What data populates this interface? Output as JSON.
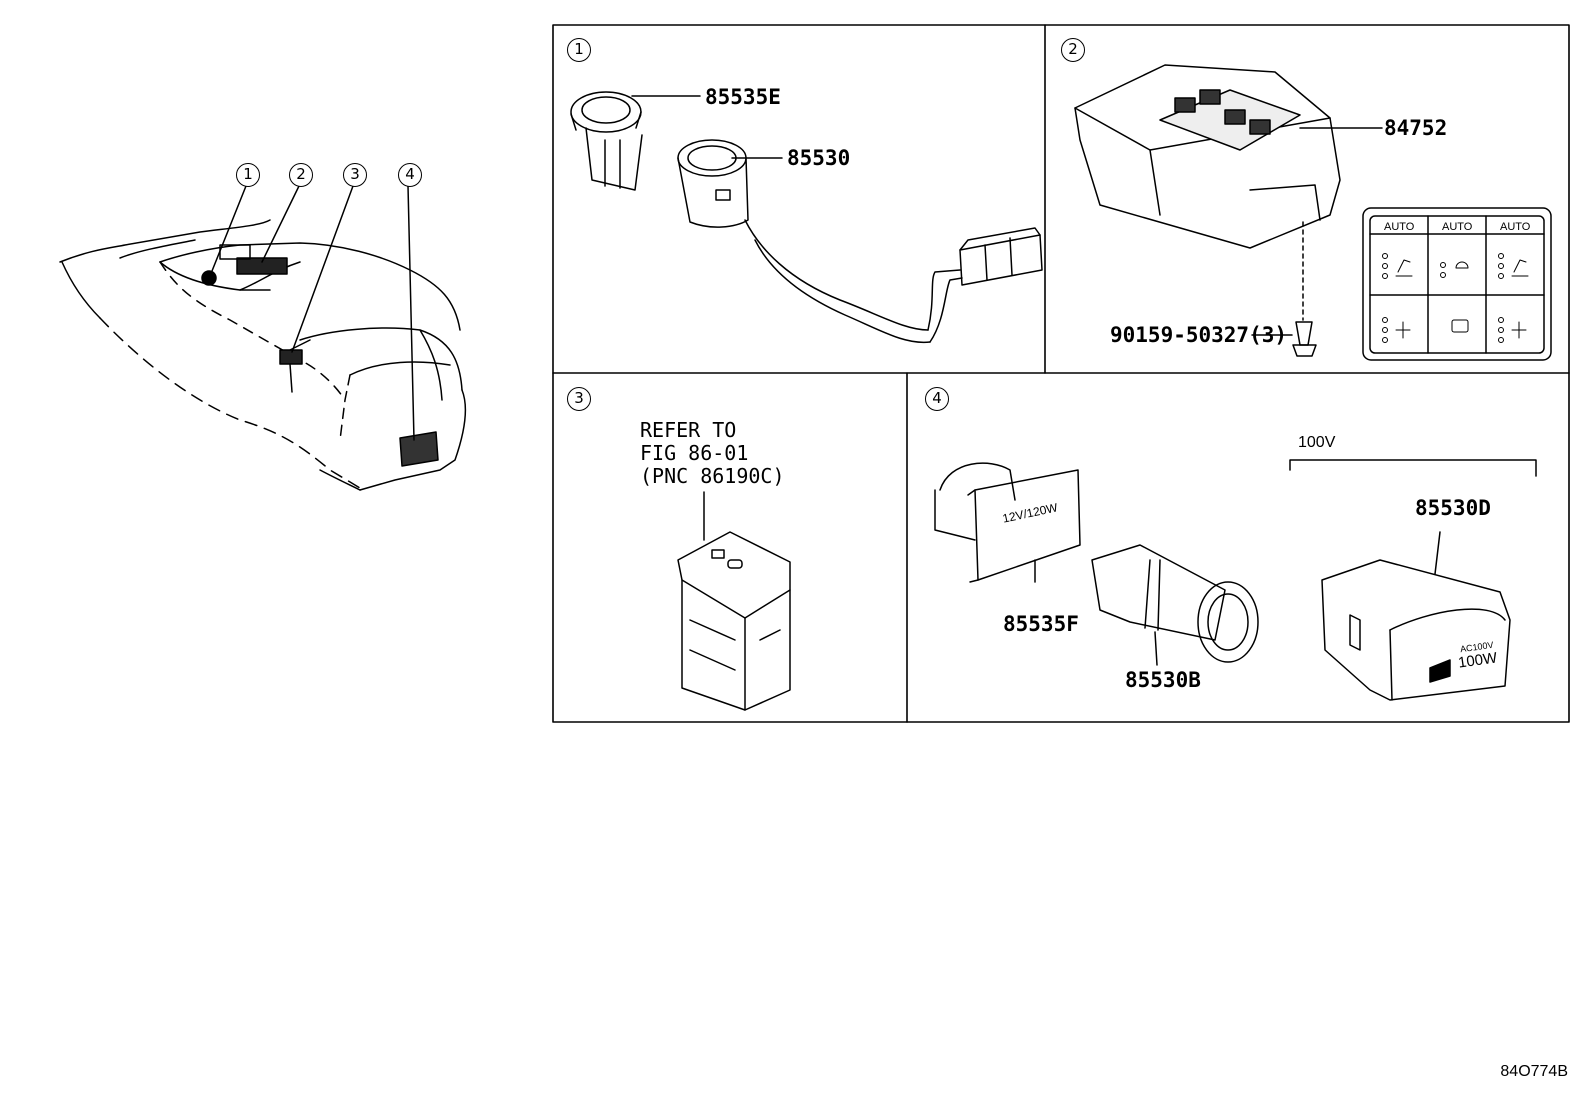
{
  "callouts": [
    "1",
    "2",
    "3",
    "4"
  ],
  "panel1": {
    "number": "1",
    "parts": [
      "85535E",
      "85530"
    ]
  },
  "panel2": {
    "number": "2",
    "parts": [
      "84752",
      "90159-50327(3)"
    ],
    "switch_labels": [
      "AUTO",
      "AUTO",
      "AUTO"
    ]
  },
  "panel3": {
    "number": "3",
    "refer_lines": [
      "REFER TO",
      "FIG 86-01",
      "(PNC 86190C)"
    ]
  },
  "panel4": {
    "number": "4",
    "voltage_label": "100V",
    "parts": [
      "85535F",
      "85530B",
      "85530D"
    ],
    "socket_label": "12V/120W",
    "outlet_label_top": "AC100V",
    "outlet_label_main": "100W"
  },
  "figure_code": "84O774B"
}
